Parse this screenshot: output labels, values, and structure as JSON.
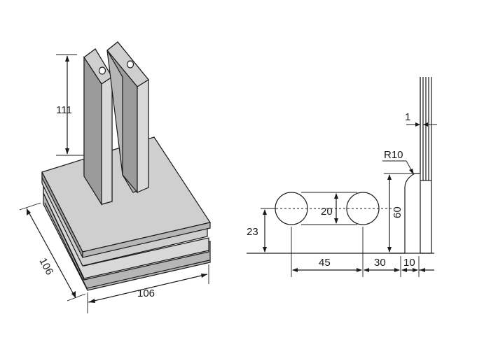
{
  "diagram": {
    "iso_view": {
      "height_label": "111",
      "depth_label": "106",
      "width_label": "106"
    },
    "profile_view": {
      "thickness_label": "1",
      "radius_label": "R10",
      "hole_spacing_label": "20",
      "height_label": "60",
      "hole_height_label": "23",
      "dim_45_label": "45",
      "dim_30_label": "30",
      "dim_10_label": "10"
    }
  }
}
